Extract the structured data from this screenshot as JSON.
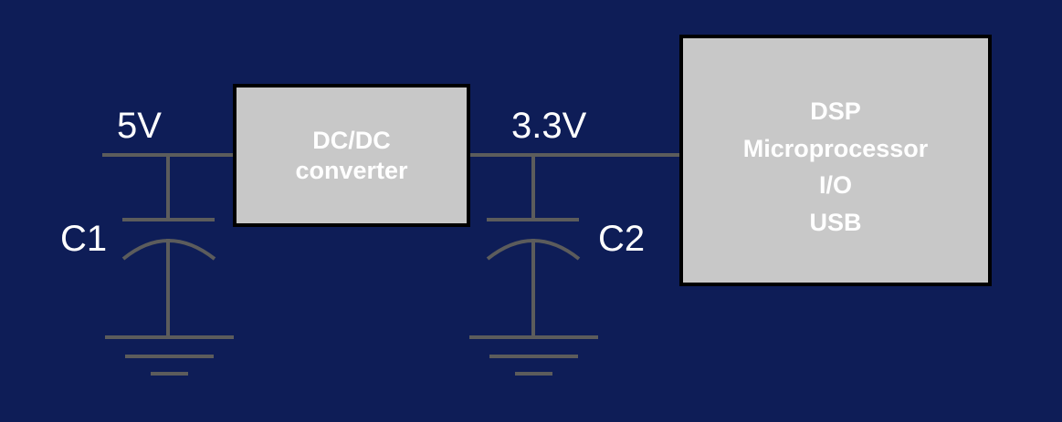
{
  "colors": {
    "background": "#0e1d57",
    "wire": "#5c5c5c",
    "block_fill": "#c8c8c8",
    "block_border": "#000000",
    "text": "#ffffff"
  },
  "labels": {
    "input_voltage": "5V",
    "output_voltage": "3.3V",
    "capacitor_1": "C1",
    "capacitor_2": "C2"
  },
  "blocks": {
    "converter": {
      "lines": [
        "DC/DC",
        "converter"
      ]
    },
    "processor": {
      "lines": [
        "DSP",
        "Microprocessor",
        "I/O",
        "USB"
      ]
    }
  }
}
